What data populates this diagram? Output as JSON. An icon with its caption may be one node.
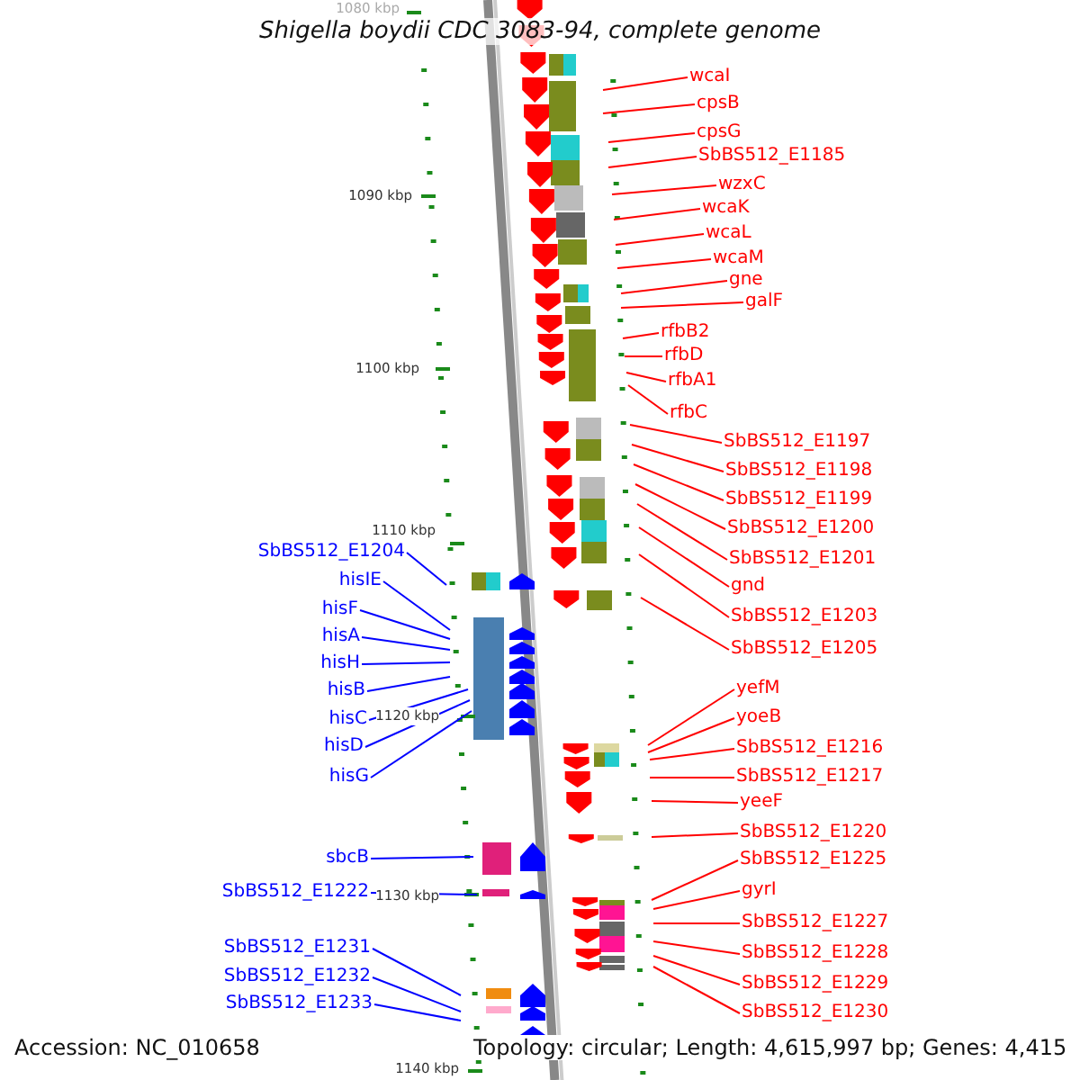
{
  "diagram": {
    "title": "Shigella boydii CDC 3083-94, complete genome",
    "nodes": [
      {
        "text": [
          "wcaI"
        ]
      },
      {
        "text": [
          "cpsB"
        ]
      },
      {
        "text": [
          "cpsG"
        ]
      },
      {
        "text": [
          "SbBS512_E1185"
        ]
      },
      {
        "text": [
          "wzxC"
        ]
      },
      {
        "text": [
          "wcaK"
        ]
      },
      {
        "text": [
          "wcaL"
        ]
      },
      {
        "text": [
          "wcaM"
        ]
      },
      {
        "text": [
          "gne"
        ]
      },
      {
        "text": [
          "galF"
        ]
      },
      {
        "text": [
          "rfbB2"
        ]
      },
      {
        "text": [
          "rfbD"
        ]
      },
      {
        "text": [
          "rfbA1"
        ]
      },
      {
        "text": [
          "rfbC"
        ]
      },
      {
        "text": [
          "SbBS512_E1197"
        ]
      },
      {
        "text": [
          "SbBS512_E1198"
        ]
      },
      {
        "text": [
          "SbBS512_E1199"
        ]
      },
      {
        "text": [
          "SbBS512_E1200"
        ]
      },
      {
        "text": [
          "SbBS512_E1201"
        ]
      },
      {
        "text": [
          "gnd"
        ]
      },
      {
        "text": [
          "SbBS512_E1203"
        ]
      },
      {
        "text": [
          "SbBS512_E1205"
        ]
      },
      {
        "text": [
          "yefM"
        ]
      },
      {
        "text": [
          "yoeB"
        ]
      },
      {
        "text": [
          "SbBS512_E1216"
        ]
      },
      {
        "text": [
          "SbBS512_E1217"
        ]
      },
      {
        "text": [
          "yeeF"
        ]
      },
      {
        "text": [
          "SbBS512_E1220"
        ]
      },
      {
        "text": [
          "SbBS512_E1225"
        ]
      },
      {
        "text": [
          "gyrI"
        ]
      },
      {
        "text": [
          "SbBS512_E1227"
        ]
      },
      {
        "text": [
          "SbBS512_E1228"
        ]
      },
      {
        "text": [
          "SbBS512_E1229"
        ]
      },
      {
        "text": [
          "SbBS512_E1230"
        ]
      },
      {
        "text": [
          "SbBS512_E1204"
        ]
      },
      {
        "text": [
          "hisIE"
        ]
      },
      {
        "text": [
          "hisF"
        ]
      },
      {
        "text": [
          "hisA"
        ]
      },
      {
        "text": [
          "hisH"
        ]
      },
      {
        "text": [
          "hisB"
        ]
      },
      {
        "text": [
          "hisC"
        ]
      },
      {
        "text": [
          "hisD"
        ]
      },
      {
        "text": [
          "hisG"
        ]
      },
      {
        "text": [
          "sbcB"
        ]
      },
      {
        "text": [
          "SbBS512_E1222"
        ]
      },
      {
        "text": [
          "SbBS512_E1231"
        ]
      },
      {
        "text": [
          "SbBS512_E1232"
        ]
      },
      {
        "text": [
          "SbBS512_E1233"
        ]
      }
    ],
    "edges": [
      {
        "from": 0,
        "to": null,
        "arrow": "none"
      },
      {
        "from": 1,
        "to": null,
        "arrow": "none"
      },
      {
        "from": 2,
        "to": null,
        "arrow": "none"
      },
      {
        "from": 3,
        "to": null,
        "arrow": "none"
      },
      {
        "from": 4,
        "to": null,
        "arrow": "none"
      },
      {
        "from": 5,
        "to": null,
        "arrow": "none"
      },
      {
        "from": 6,
        "to": null,
        "arrow": "none"
      },
      {
        "from": 7,
        "to": null,
        "arrow": "none"
      },
      {
        "from": 8,
        "to": null,
        "arrow": "none"
      },
      {
        "from": 9,
        "to": null,
        "arrow": "none"
      },
      {
        "from": 10,
        "to": null,
        "arrow": "none"
      },
      {
        "from": 11,
        "to": null,
        "arrow": "none"
      },
      {
        "from": 12,
        "to": null,
        "arrow": "none"
      },
      {
        "from": 13,
        "to": null,
        "arrow": "none"
      },
      {
        "from": 14,
        "to": null,
        "arrow": "none"
      },
      {
        "from": 15,
        "to": null,
        "arrow": "none"
      },
      {
        "from": 16,
        "to": null,
        "arrow": "none"
      },
      {
        "from": 17,
        "to": null,
        "arrow": "none"
      },
      {
        "from": 18,
        "to": null,
        "arrow": "none"
      },
      {
        "from": 19,
        "to": null,
        "arrow": "none"
      },
      {
        "from": 20,
        "to": null,
        "arrow": "none"
      },
      {
        "from": 21,
        "to": null,
        "arrow": "none"
      },
      {
        "from": 22,
        "to": null,
        "arrow": "none"
      },
      {
        "from": 23,
        "to": null,
        "arrow": "none"
      },
      {
        "from": 24,
        "to": null,
        "arrow": "none"
      },
      {
        "from": 25,
        "to": null,
        "arrow": "none"
      },
      {
        "from": 26,
        "to": null,
        "arrow": "none"
      },
      {
        "from": 27,
        "to": null,
        "arrow": "none"
      },
      {
        "from": 28,
        "to": null,
        "arrow": "none"
      },
      {
        "from": 29,
        "to": null,
        "arrow": "none"
      },
      {
        "from": 30,
        "to": null,
        "arrow": "none"
      },
      {
        "from": 31,
        "to": null,
        "arrow": "none"
      },
      {
        "from": 32,
        "to": null,
        "arrow": "none"
      },
      {
        "from": 33,
        "to": null,
        "arrow": "none"
      },
      {
        "from": 34,
        "to": null,
        "arrow": "none",
        "color": "#0000ff"
      },
      {
        "from": 35,
        "to": null,
        "arrow": "none",
        "color": "#0000ff"
      },
      {
        "from": 36,
        "to": null,
        "arrow": "none",
        "color": "#0000ff"
      },
      {
        "from": 37,
        "to": null,
        "arrow": "none",
        "color": "#0000ff"
      },
      {
        "from": 38,
        "to": null,
        "arrow": "none",
        "color": "#0000ff"
      },
      {
        "from": 39,
        "to": null,
        "arrow": "none",
        "color": "#0000ff"
      },
      {
        "from": 40,
        "to": null,
        "arrow": "none",
        "color": "#0000ff"
      },
      {
        "from": 41,
        "to": null,
        "arrow": "none",
        "color": "#0000ff"
      },
      {
        "from": 42,
        "to": null,
        "arrow": "none",
        "color": "#0000ff"
      },
      {
        "from": 43,
        "to": null,
        "arrow": "none",
        "color": "#0000ff"
      },
      {
        "from": 44,
        "to": null,
        "arrow": "none",
        "color": "#0000ff"
      },
      {
        "from": 45,
        "to": null,
        "arrow": "none",
        "color": "#0000ff"
      },
      {
        "from": 46,
        "to": null,
        "arrow": "none",
        "color": "#0000ff"
      },
      {
        "from": 47,
        "to": null,
        "arrow": "none",
        "color": "#0000ff"
      }
    ],
    "labels": [
      "1080 kbp",
      "1090 kbp",
      "1100 kbp",
      "1110 kbp",
      "1120 kbp",
      "1130 kbp",
      "1140 kbp",
      "Accession: NC_010658",
      "Topology: circular; Length: 4,615,997 bp; Genes: 4,415"
    ]
  }
}
